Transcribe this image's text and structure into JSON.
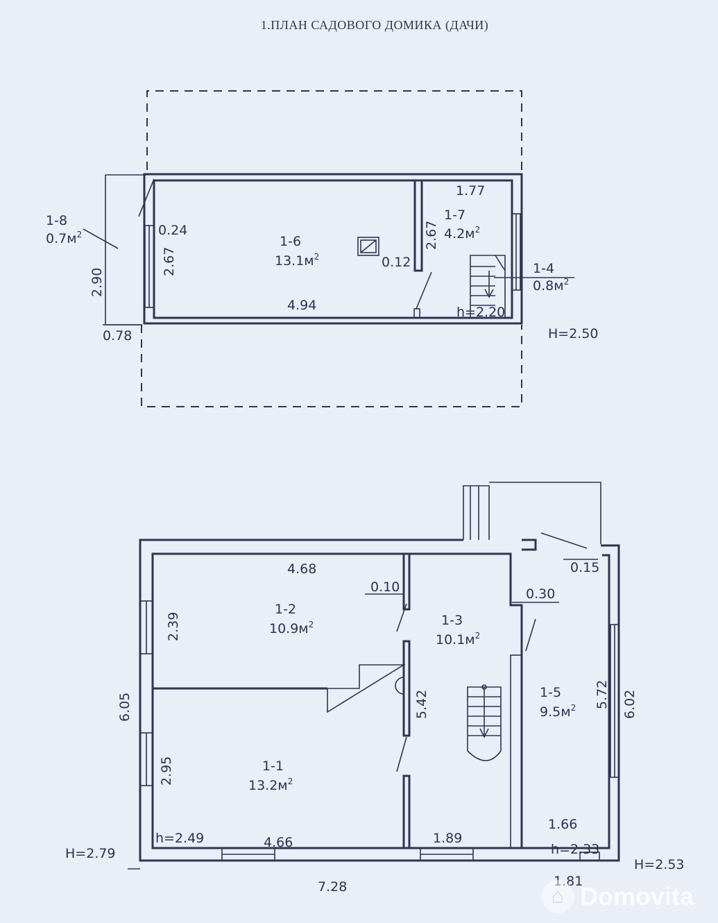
{
  "title": "1.ПЛАН САДОВОГО ДОМИКА (ДАЧИ)",
  "upper_floor": {
    "rooms": [
      {
        "id": "1-8",
        "area": "0.7м"
      },
      {
        "id": "1-6",
        "area": "13.1м"
      },
      {
        "id": "1-7",
        "area": "4.2м"
      },
      {
        "id": "1-4",
        "area": "0.8м"
      }
    ],
    "dims": [
      "0.24",
      "2.67",
      "2.90",
      "0.78",
      "4.94",
      "0.12",
      "2.67",
      "1.77",
      "h=2.20",
      "H=2.50"
    ]
  },
  "lower_floor": {
    "rooms": [
      {
        "id": "1-2",
        "area": "10.9м"
      },
      {
        "id": "1-3",
        "area": "10.1м"
      },
      {
        "id": "1-5",
        "area": "9.5м"
      },
      {
        "id": "1-1",
        "area": "13.2м"
      }
    ],
    "dims": [
      "4.68",
      "0.10",
      "0.30",
      "0.15",
      "2.39",
      "6.05",
      "5.42",
      "5.72",
      "6.02",
      "2.95",
      "h=2.49",
      "4.66",
      "1.89",
      "1.66",
      "h=2.33",
      "H=2.79",
      "7.28",
      "1.81",
      "H=2.53"
    ]
  },
  "superscript": "2",
  "watermark": {
    "text": "Domovita"
  }
}
